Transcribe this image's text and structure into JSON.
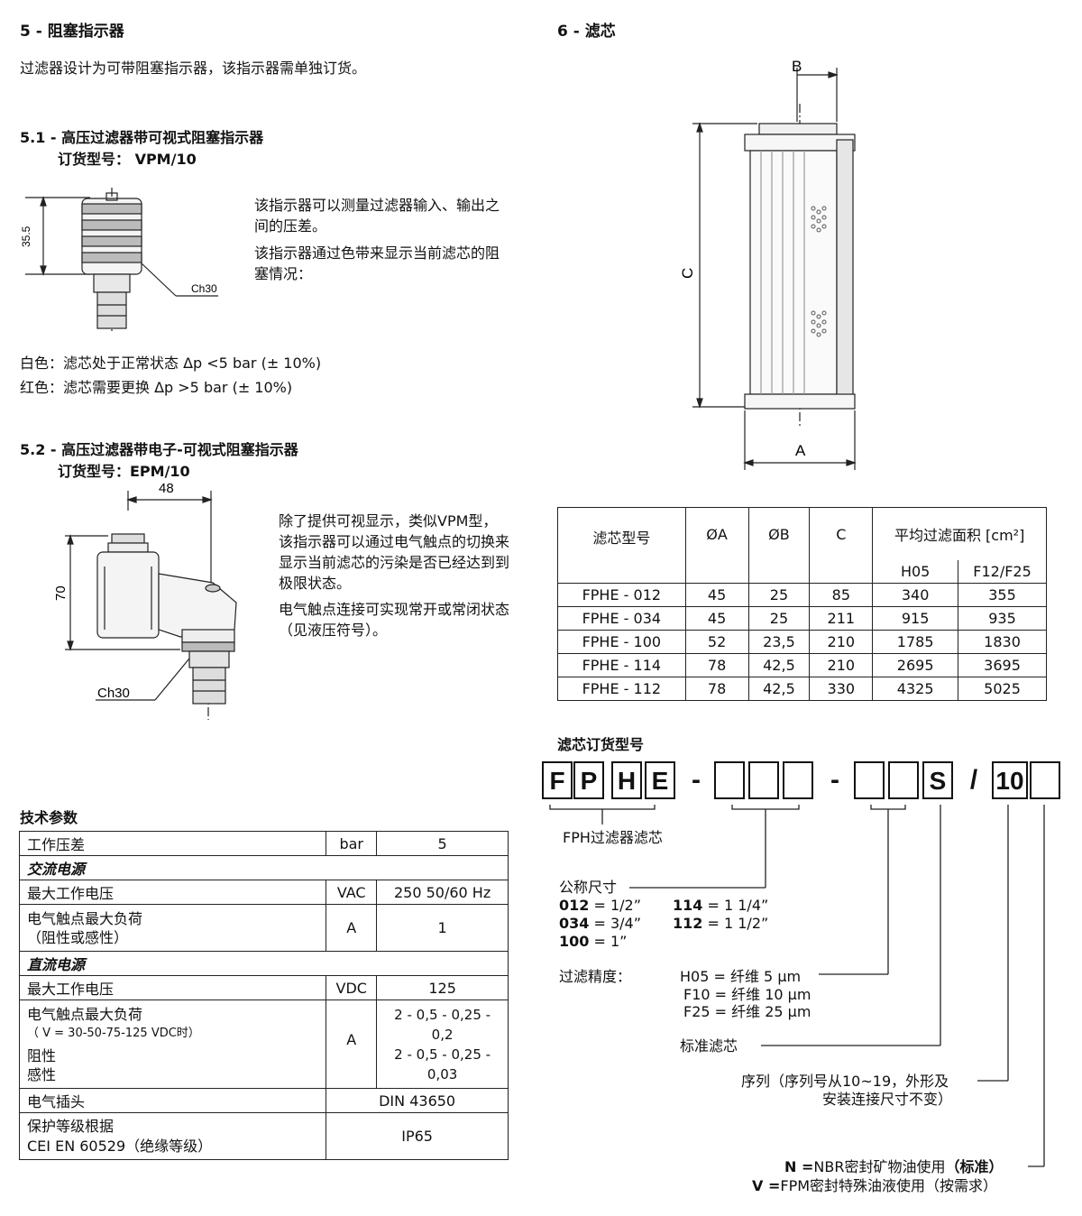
{
  "s5": {
    "title": "5 - 阻塞指示器",
    "intro": "过滤器设计为可带阻塞指示器，该指示器需单独订货。",
    "s51_title": "5.1 - 高压过滤器带可视式阻塞指示器",
    "s51_order": "订货型号：  VPM/10",
    "s51_desc1": "该指示器可以测量过滤器输入、输出之间的压差。",
    "s51_desc2": "该指示器通过色带来显示当前滤芯的阻塞情况：",
    "dim_355": "35.5",
    "ch30_a": "Ch30",
    "white": "白色：滤芯处于正常状态  Δp <5 bar (± 10%)",
    "red": "红色：滤芯需要更换 Δp >5 bar (± 10%)",
    "s52_title": "5.2 - 高压过滤器带电子-可视式阻塞指示器",
    "s52_order": "订货型号：EPM/10",
    "dim_48": "48",
    "dim_70": "70",
    "ch30_b": "Ch30",
    "s52_desc1": "除了提供可视显示，类似VPM型，该指示器可以通过电气触点的切换来显示当前滤芯的污染是否已经达到到极限状态。",
    "s52_desc2": "电气触点连接可实现常开或常闭状态（见液压符号）。"
  },
  "tech": {
    "title": "技术参数",
    "r1": [
      "工作压差",
      "bar",
      "5"
    ],
    "ac": "交流电源",
    "r2": [
      "最大工作电压",
      "VAC",
      "250 50/60 Hz"
    ],
    "r3a": "电气触点最大负荷",
    "r3b": "（阻性或感性）",
    "r3u": "A",
    "r3v": "1",
    "dc": "直流电源",
    "r4": [
      "最大工作电压",
      "VDC",
      "125"
    ],
    "r5a": "电气触点最大负荷",
    "r5b": "（ V = 30-50-75-125 VDC时）",
    "r5c": "阻性",
    "r5d": "感性",
    "r5u": "A",
    "r5v1": "2 - 0,5 - 0,25 - 0,2",
    "r5v2": "2 - 0,5 - 0,25 - 0,03",
    "r6": [
      "电气插头",
      "DIN 43650"
    ],
    "r7a": "保护等级根据",
    "r7b": "CEI EN 60529（绝缘等级）",
    "r7v": "IP65"
  },
  "s6": {
    "title": "6 - 滤芯",
    "dim_b": "B",
    "dim_c": "C",
    "dim_a": "A"
  },
  "filter_table": {
    "h_model": "滤芯型号",
    "h_a": "ØA",
    "h_b": "ØB",
    "h_c": "C",
    "h_area": "平均过滤面积 [cm²]",
    "h_h05": "H05",
    "h_f": "F12/F25",
    "rows": [
      [
        "FPHE - 012",
        "45",
        "25",
        "85",
        "340",
        "355"
      ],
      [
        "FPHE - 034",
        "45",
        "25",
        "211",
        "915",
        "935"
      ],
      [
        "FPHE - 100",
        "52",
        "23,5",
        "210",
        "1785",
        "1830"
      ],
      [
        "FPHE - 114",
        "78",
        "42,5",
        "210",
        "2695",
        "3695"
      ],
      [
        "FPHE - 112",
        "78",
        "42,5",
        "330",
        "4325",
        "5025"
      ]
    ]
  },
  "order": {
    "title": "滤芯订货型号",
    "boxes": [
      "F",
      "P",
      "H",
      "E",
      "-",
      "",
      "",
      "-",
      "",
      "",
      "S",
      "/",
      "10",
      ""
    ],
    "fph": "FPH过滤器滤芯",
    "size_title": "公称尺寸",
    "size_012": "012",
    "size_012v": " =  1/2”",
    "size_034": "034",
    "size_034v": " =  3/4”",
    "size_100": "100",
    "size_100v": " =  1”",
    "size_114": "114",
    "size_114v": " = 1 1/4”",
    "size_112": "112",
    "size_112v": " = 1 1/2”",
    "grade_title": "过滤精度：",
    "grade1": "H05 = 纤维 5 µm",
    "grade2": "F10 = 纤维 10 µm",
    "grade3": "F25 = 纤维 25 µm",
    "std": "标准滤芯",
    "series1": "序列（序列号从10~19，外形及",
    "series2": "安装连接尺寸不变）",
    "n_key": "N =",
    "n_text": "NBR密封矿物油使用",
    "n_std": "（标准）",
    "v_key": "V =",
    "v_text": "FPM密封特殊油液使用（按需求）"
  }
}
